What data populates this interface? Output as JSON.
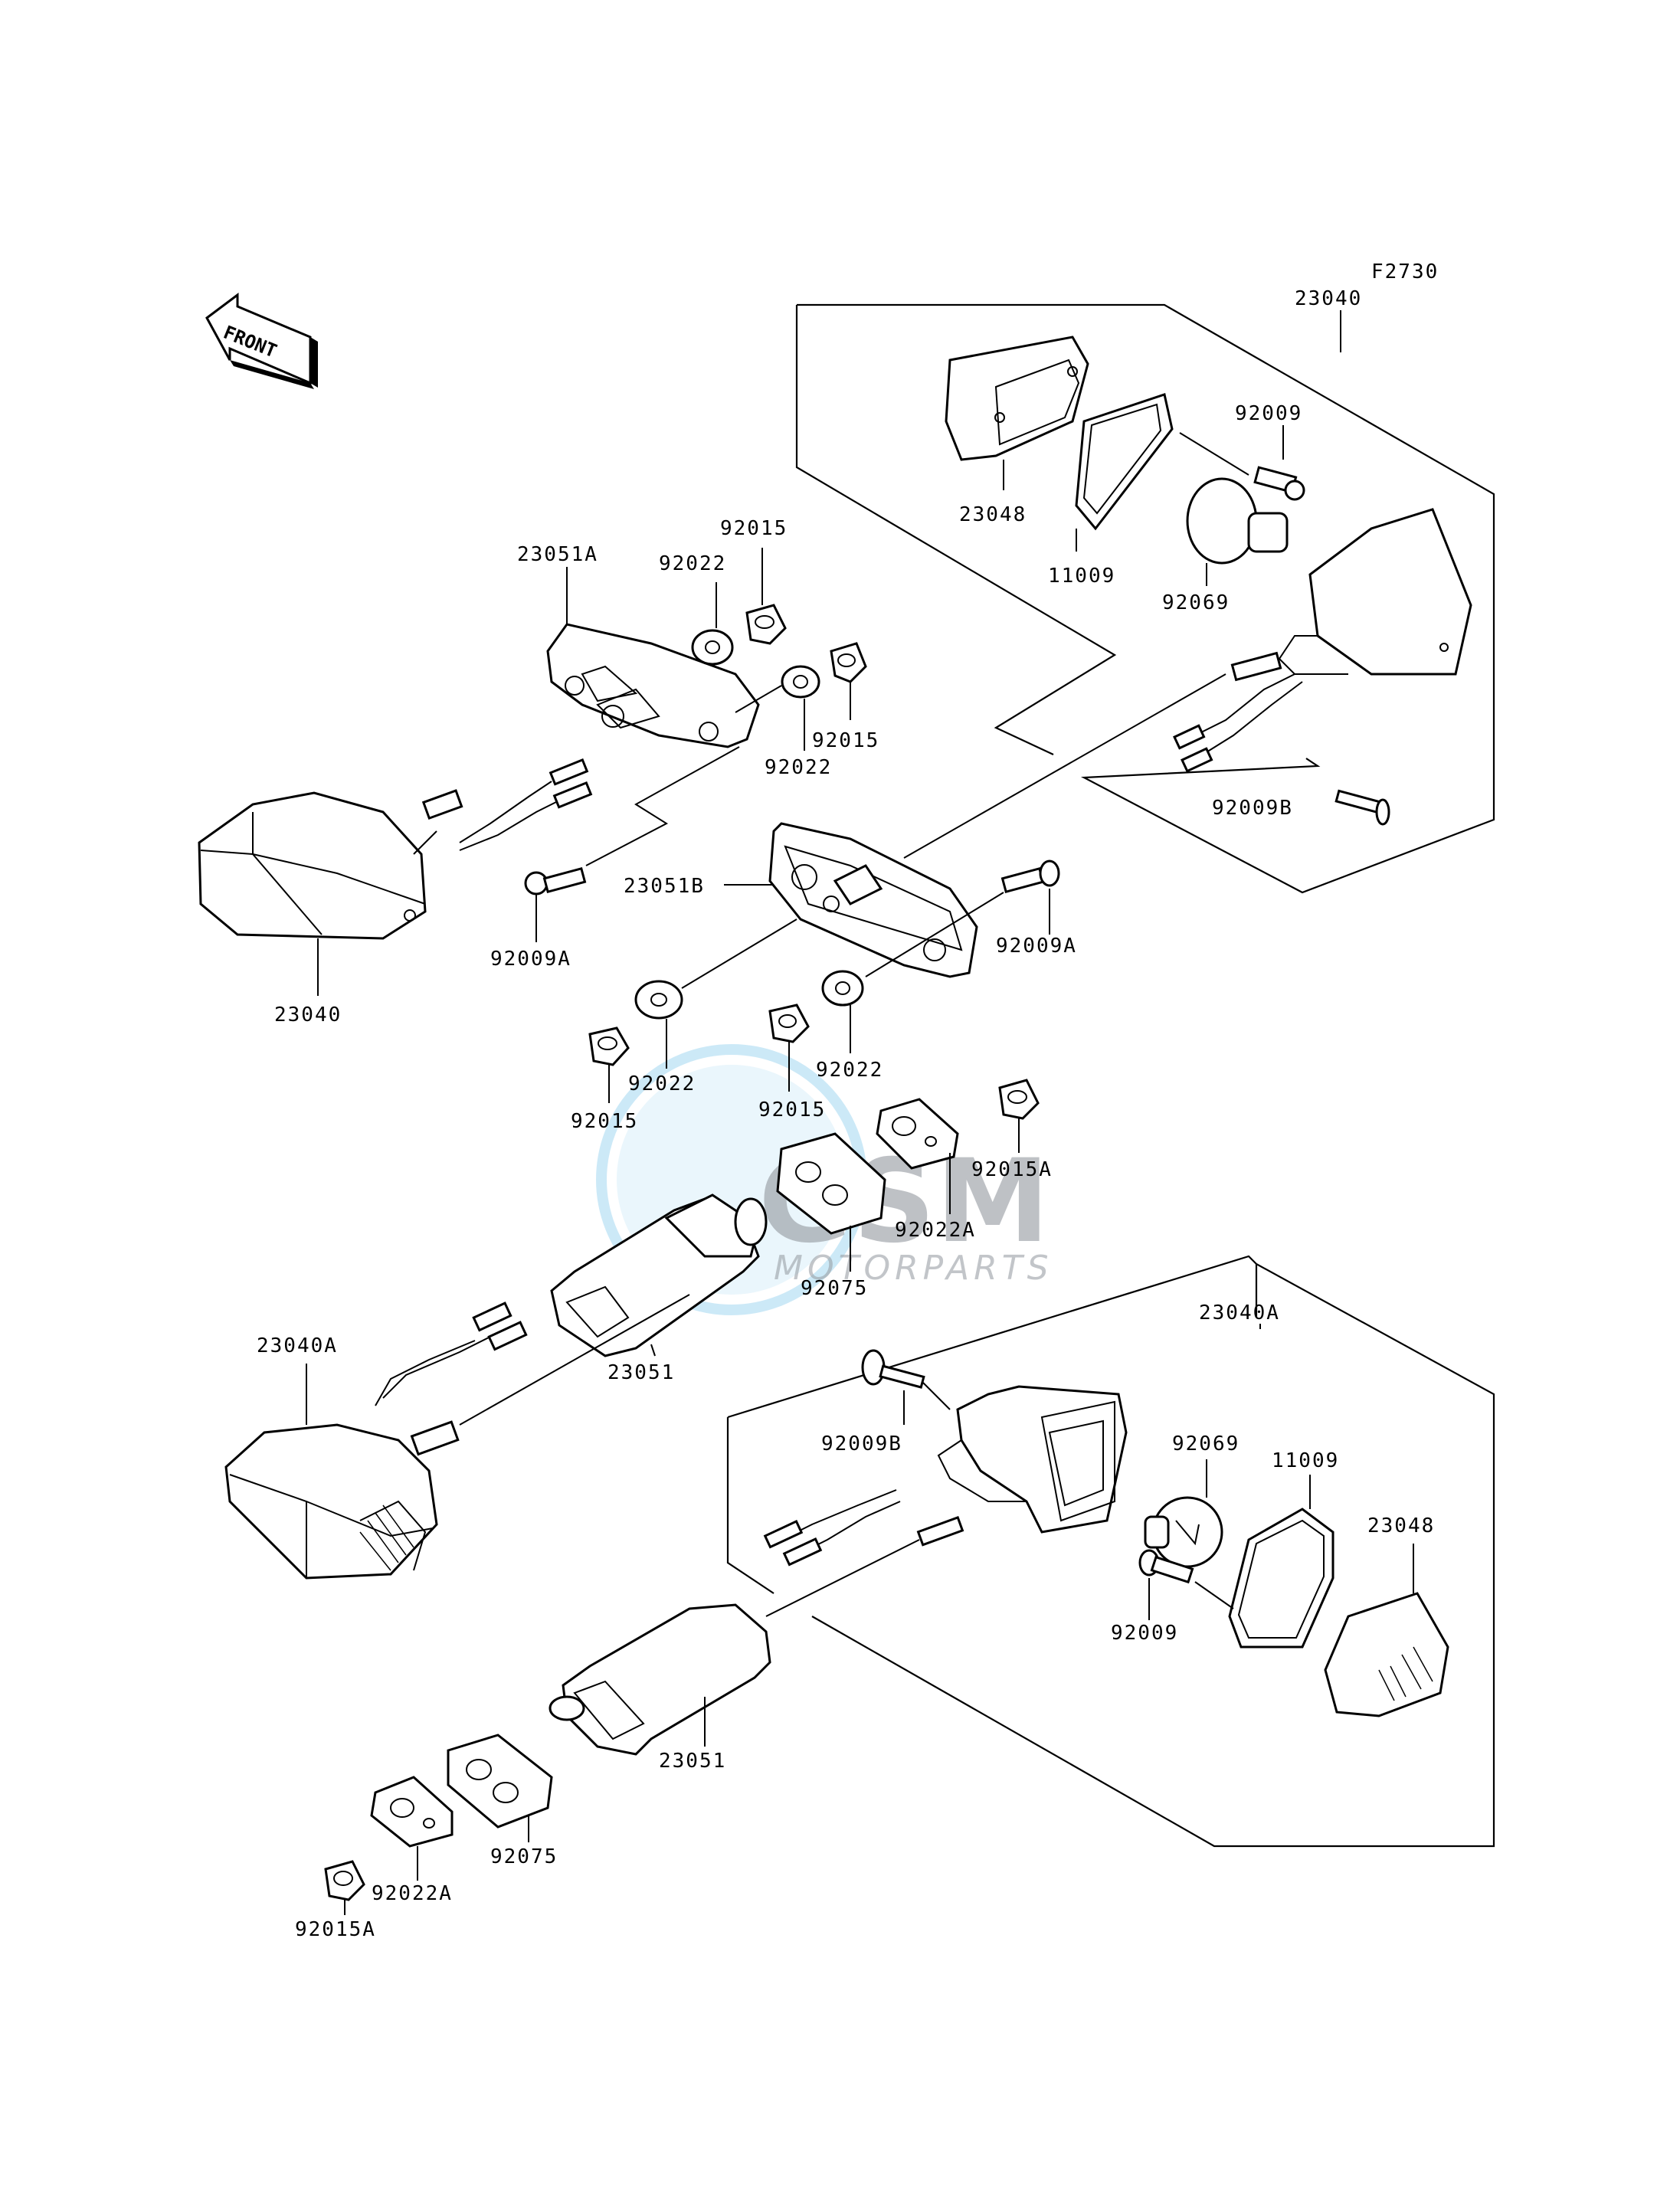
{
  "figure_code": "F2730",
  "front_arrow_label": "FRONT",
  "watermark": {
    "brand": "GSM",
    "sub": "MOTORPARTS"
  },
  "labels": {
    "p23040_top": "23040",
    "p92009_top": "92009",
    "p23048_top": "23048",
    "p11009_top": "11009",
    "p92069_top": "92069",
    "p92009B_top": "92009B",
    "p23051A": "23051A",
    "p92015_a": "92015",
    "p92022_a": "92022",
    "p92015_b": "92015",
    "p92022_b": "92022",
    "p23040_left": "23040",
    "p92009A_left": "92009A",
    "p23051B": "23051B",
    "p92009A_right": "92009A",
    "p92022_c": "92022",
    "p92015_c": "92015",
    "p92015_d": "92015",
    "p92022_d": "92022",
    "p92015A_mid": "92015A",
    "p92022A_mid": "92022A",
    "p92075_mid": "92075",
    "p23040A_left": "23040A",
    "p23051_mid": "23051",
    "p23040A_right": "23040A",
    "p92009B_low": "92009B",
    "p92069_low": "92069",
    "p11009_low": "11009",
    "p23048_low": "23048",
    "p92009_low": "92009",
    "p23051_low": "23051",
    "p92075_low": "92075",
    "p92022A_low": "92022A",
    "p92015A_low": "92015A"
  }
}
